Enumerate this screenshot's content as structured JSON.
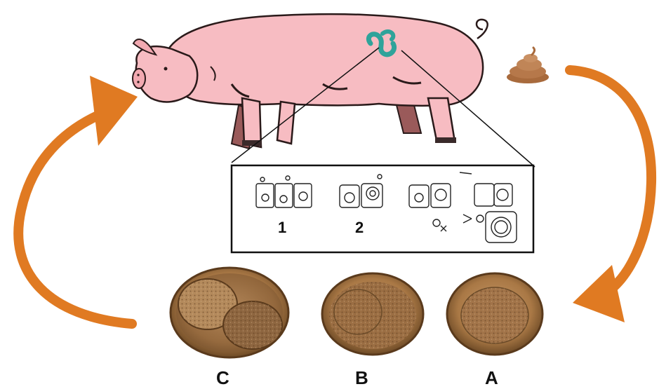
{
  "stages": {
    "egg_c": {
      "label": "C"
    },
    "egg_b": {
      "label": "B"
    },
    "egg_a": {
      "label": "A"
    }
  },
  "inset": {
    "steps": [
      {
        "label": "1"
      },
      {
        "label": "2"
      }
    ]
  },
  "colors": {
    "pig_body": "#f7bcc2",
    "pig_outline": "#2a1a1a",
    "pig_shadow": "#8a4a4a",
    "parasite": "#2fa39a",
    "arrow": "#e07a22",
    "dung": "#b6784a",
    "egg_shell": "#9b6b3a",
    "egg_inner": "#7a5430"
  },
  "icons": [
    "pig-host",
    "coccidia-parasite-icon",
    "dung-icon",
    "cycle-arrow"
  ]
}
